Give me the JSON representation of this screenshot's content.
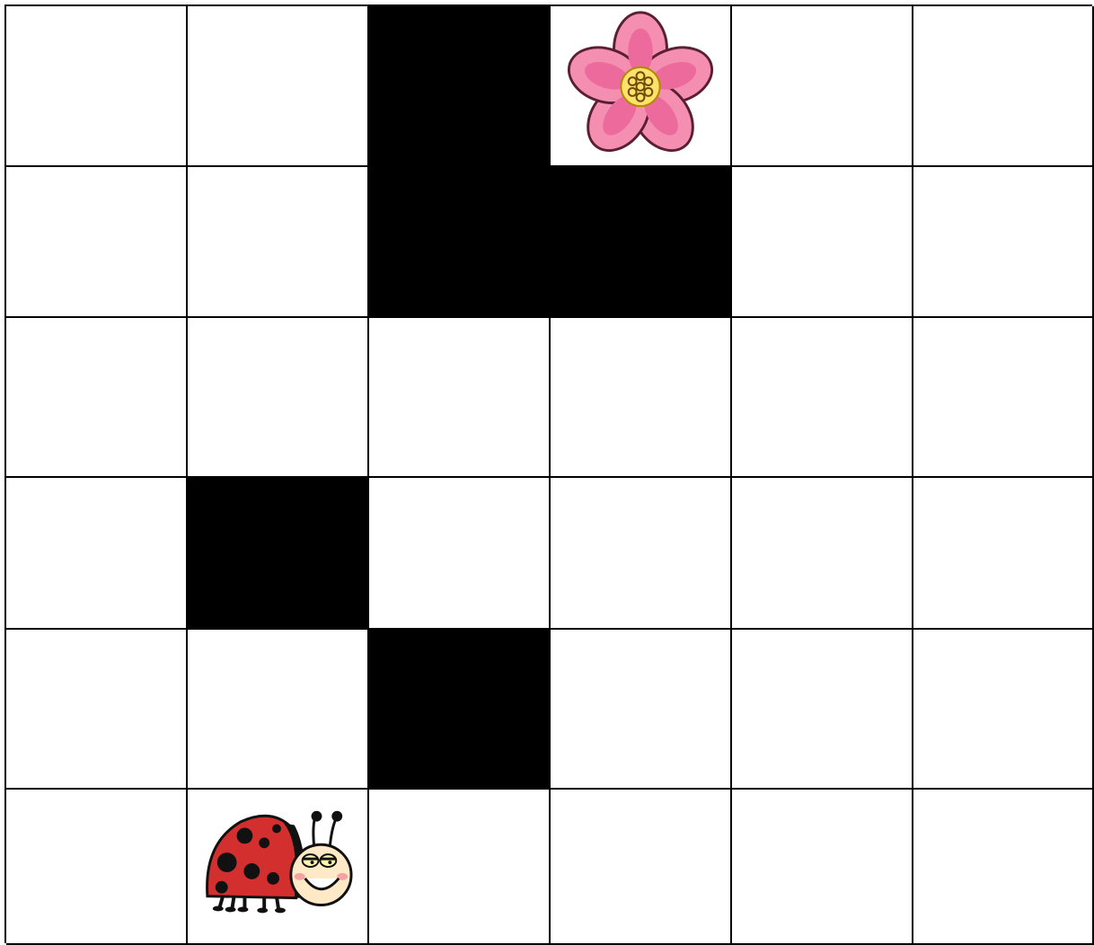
{
  "board": {
    "rows": 6,
    "cols": 6,
    "walls": [
      [
        0,
        2
      ],
      [
        1,
        2
      ],
      [
        1,
        3
      ],
      [
        3,
        1
      ],
      [
        4,
        2
      ]
    ],
    "flower": [
      0,
      3
    ],
    "ladybug": [
      5,
      1
    ]
  },
  "colors": {
    "wall": "#000000",
    "empty": "#ffffff",
    "grid_line": "#000000",
    "petal": "#f48fb1",
    "petal_inner": "#ec6a9c",
    "flower_center": "#fde16a",
    "ladybug_shell": "#d32f2f",
    "ladybug_spots": "#111111",
    "ladybug_face": "#ffe9c6"
  },
  "icons": {
    "goal": "flower-icon",
    "player": "ladybug-icon"
  }
}
